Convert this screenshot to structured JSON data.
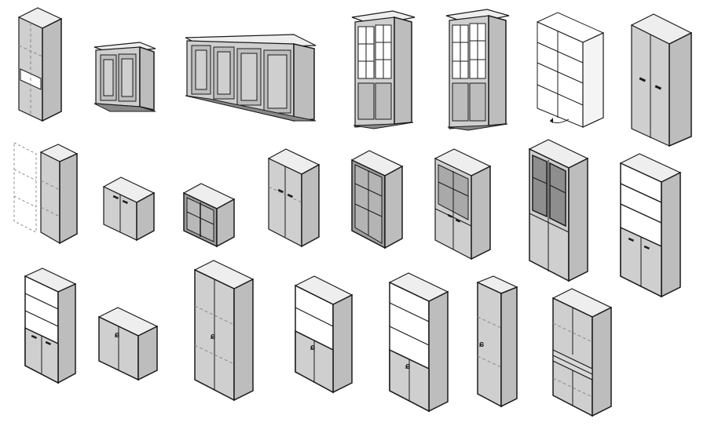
{
  "catalog": {
    "palette": {
      "front": "#cfcfcf",
      "side": "#bdbdbd",
      "top": "#eeeeee",
      "edge": "#1b1b1b",
      "dashed": "#8a8a8a",
      "glass": "#a9a9a9",
      "interior": "#9d9d9d",
      "white_front": "#ffffff"
    },
    "items": [
      {
        "name": "tall-cabinet-open-niche",
        "kind": "niche-tall"
      },
      {
        "name": "classic-sideboard-two-door",
        "kind": "classic-sideboard-2"
      },
      {
        "name": "classic-sideboard-four-door",
        "kind": "classic-sideboard-4"
      },
      {
        "name": "classic-glass-vitrine",
        "kind": "classic-vitrine"
      },
      {
        "name": "classic-glass-vitrine-2",
        "kind": "classic-vitrine"
      },
      {
        "name": "open-bookcase-white",
        "kind": "open-white"
      },
      {
        "name": "tall-wardrobe-two-door",
        "kind": "wardrobe"
      },
      {
        "name": "narrow-tall-cabinet-with-ghost",
        "kind": "narrow-ghost"
      },
      {
        "name": "low-cabinet-two-door",
        "kind": "low-2door"
      },
      {
        "name": "low-glass-cabinet",
        "kind": "low-glass"
      },
      {
        "name": "mid-cabinet-two-door",
        "kind": "mid-2door"
      },
      {
        "name": "mid-open-shelf",
        "kind": "mid-open"
      },
      {
        "name": "mid-glass-vitrine",
        "kind": "mid-glass"
      },
      {
        "name": "tall-dark-glass-cabinet",
        "kind": "tall-dark-glass"
      },
      {
        "name": "tall-open-top-cabinet",
        "kind": "tall-opentop"
      },
      {
        "name": "tall-shelving-with-doors",
        "kind": "tall-shelving"
      },
      {
        "name": "low-cabinet-two-door-lock",
        "kind": "low-lock"
      },
      {
        "name": "tall-wardrobe-lock",
        "kind": "wardrobe-lock"
      },
      {
        "name": "mid-open-top-cabinet-lock",
        "kind": "mid-opentop-lock"
      },
      {
        "name": "tall-open-shelf-cabinet-lock",
        "kind": "tall-opentop-lock"
      },
      {
        "name": "narrow-tall-locker",
        "kind": "narrow-lock"
      },
      {
        "name": "cabinet-with-drawer-band",
        "kind": "drawer-band"
      }
    ]
  }
}
